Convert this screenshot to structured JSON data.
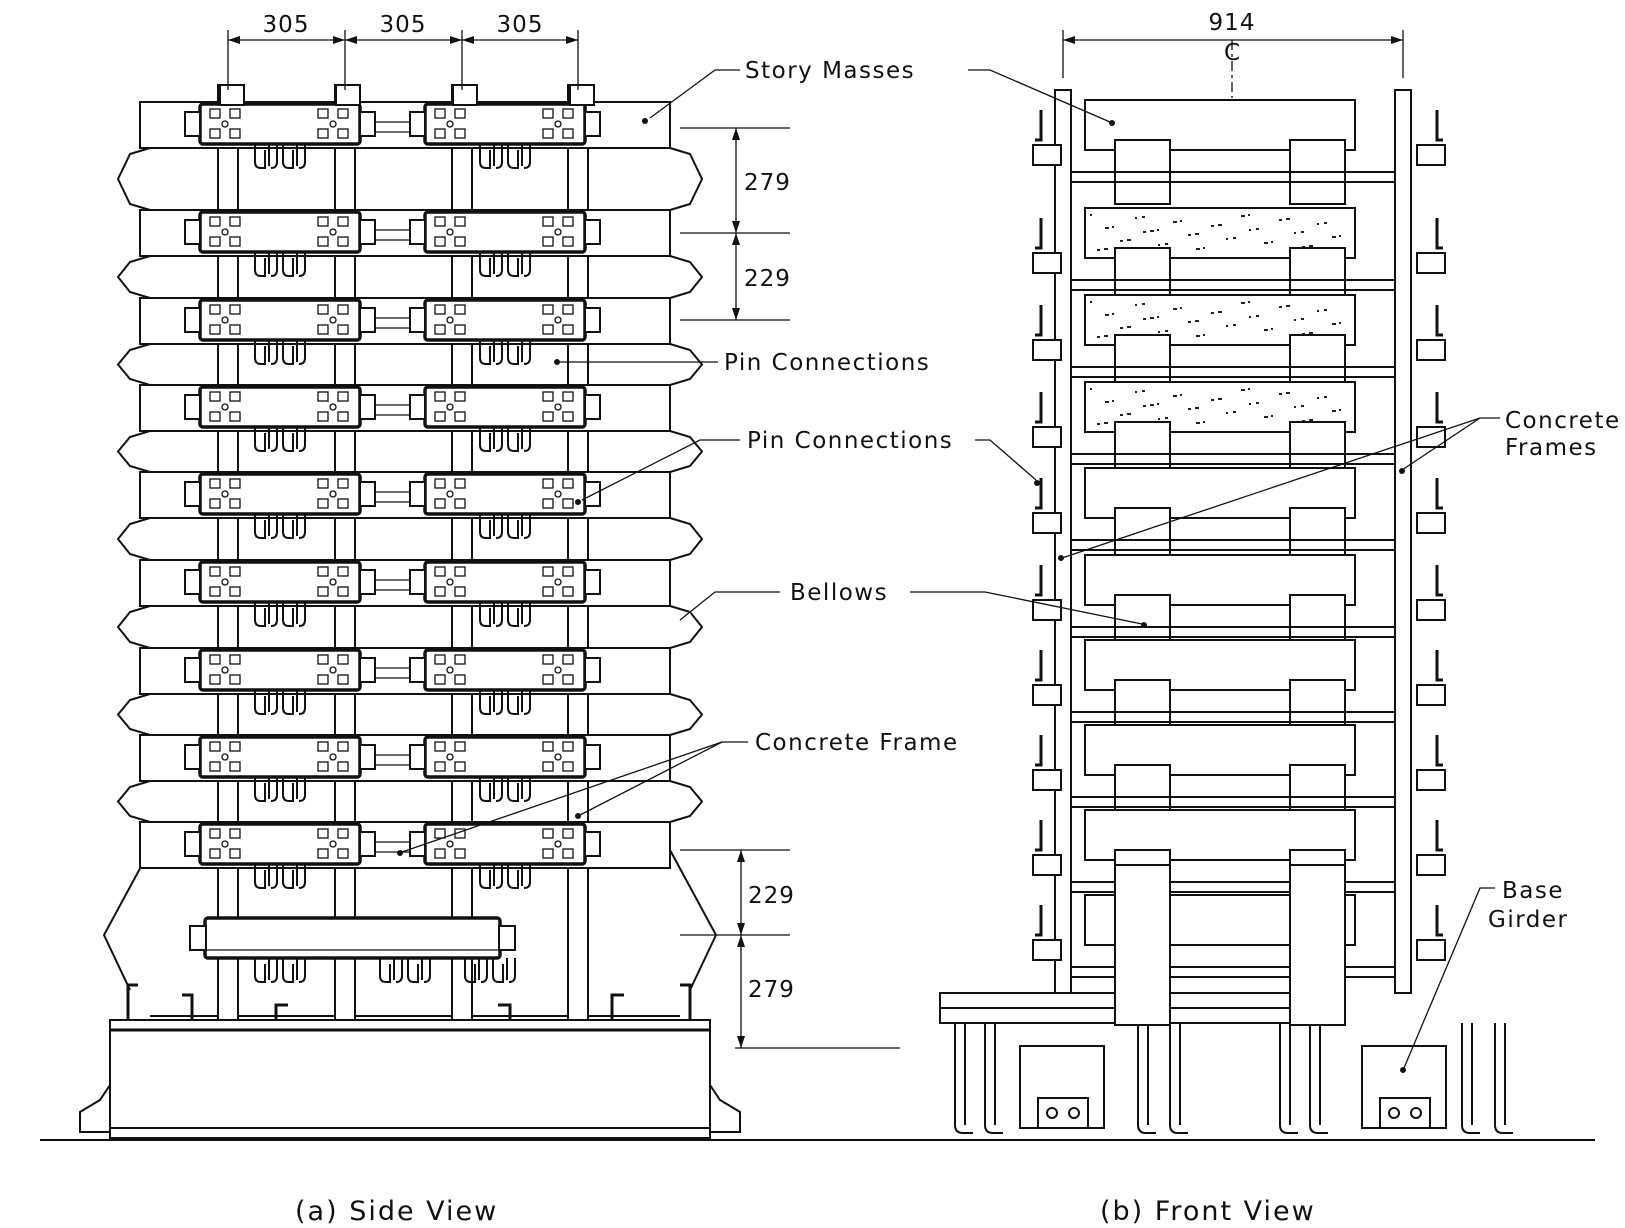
{
  "dimensions": {
    "bay_1": "305",
    "bay_2": "305",
    "bay_3": "305",
    "story_upper_a": "279",
    "story_upper_b": "229",
    "story_lower_a": "229",
    "story_lower_b": "279",
    "frame_width": "914",
    "centerline": "C"
  },
  "labels": {
    "story_masses": "Story Masses",
    "pin_connections_1": "Pin Connections",
    "pin_connections_2": "Pin Connections",
    "bellows": "Bellows",
    "concrete_frame": "Concrete Frame",
    "concrete_frames_line1": "Concrete",
    "concrete_frames_line2": "Frames",
    "base_girder_line1": "Base",
    "base_girder_line2": "Girder"
  },
  "captions": {
    "side_view": "(a)  Side View",
    "front_view": "(b)  Front View"
  },
  "colors": {
    "ink": "#111111",
    "paper": "#ffffff"
  }
}
